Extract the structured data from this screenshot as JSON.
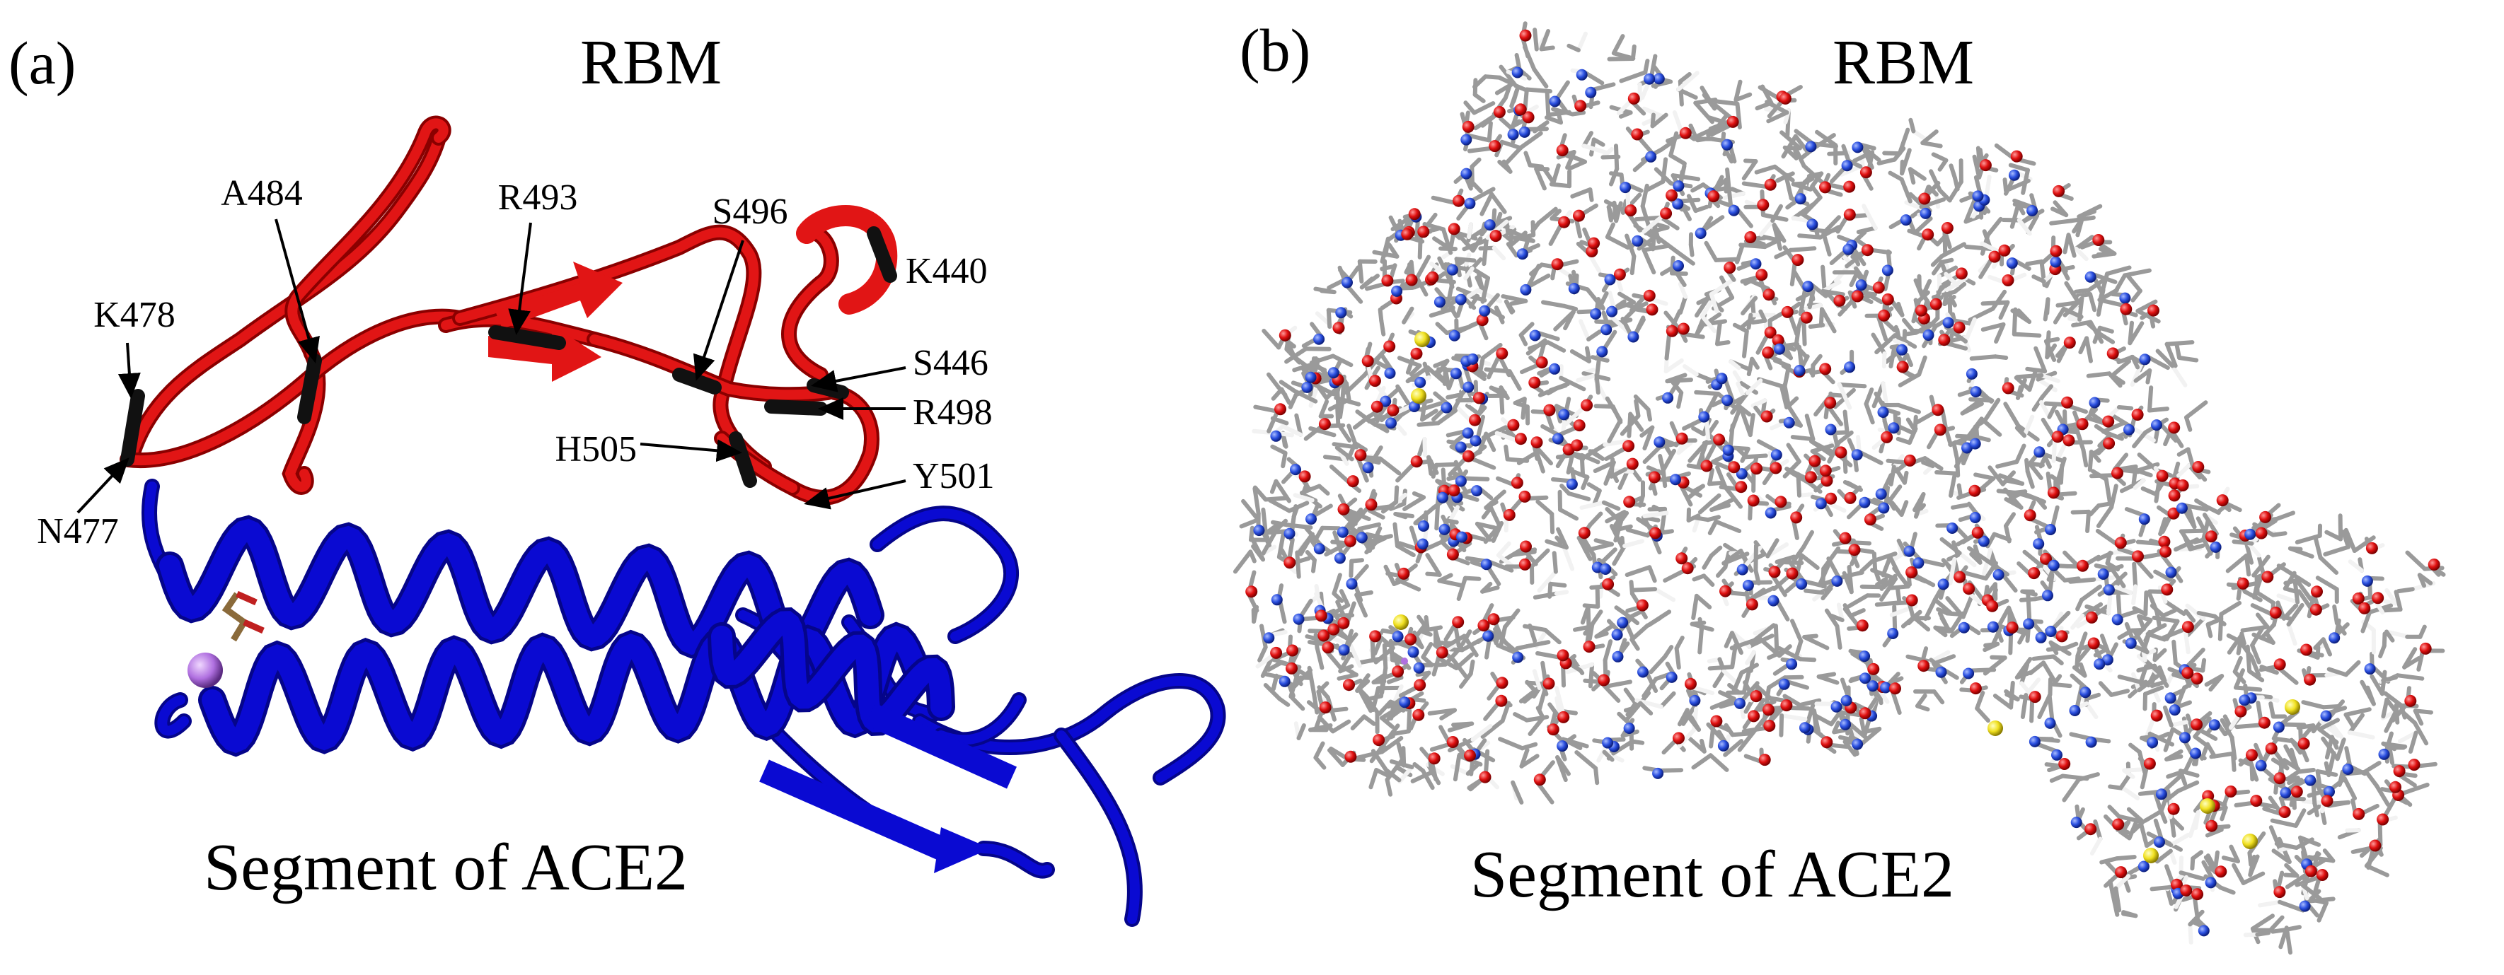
{
  "panel_a": {
    "tag": "(a)",
    "top_label": "RBM",
    "bottom_label": "Segment of ACE2",
    "residues": [
      "K478",
      "A484",
      "R493",
      "S496",
      "K440",
      "S446",
      "R498",
      "H505",
      "Y501",
      "N477"
    ]
  },
  "panel_b": {
    "tag": "(b)",
    "top_label": "RBM",
    "bottom_label": "Segment of ACE2"
  },
  "colors": {
    "rbm": "#e11515",
    "ace2": "#0a0ad2",
    "highlight": "#111111",
    "carbon": "#9a9a9a",
    "oxygen": "#e01010",
    "nitrogen": "#2a4fe0",
    "sulfur": "#f0e020",
    "hydrogen": "#f2f2f2",
    "ion": "#b070e0"
  }
}
